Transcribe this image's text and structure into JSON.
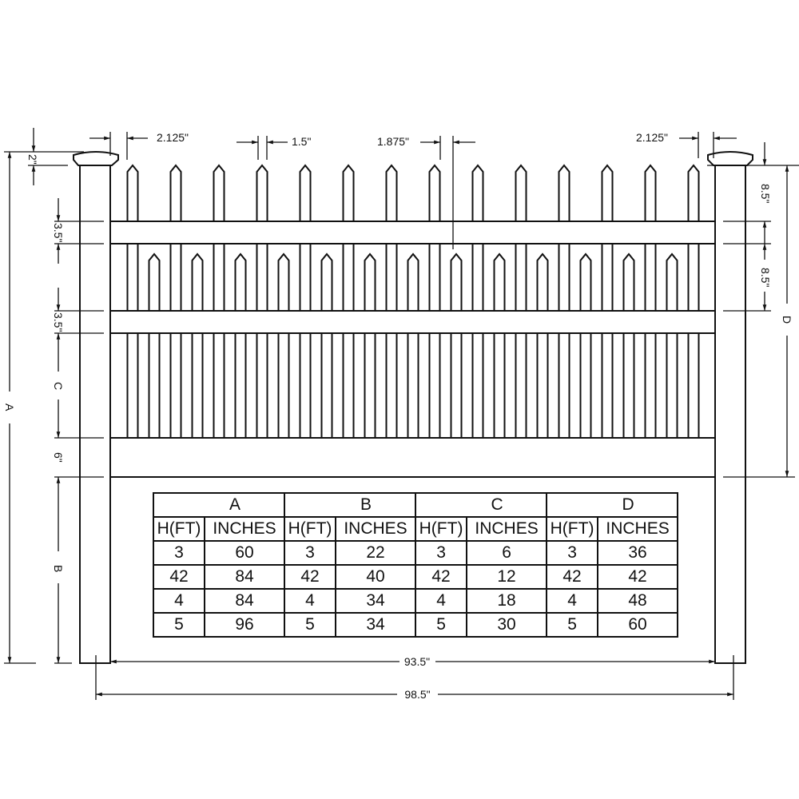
{
  "title": "Fence elevation drawing",
  "dimensions": {
    "post_cap_height": "2\"",
    "post_width_left": "2.125\"",
    "post_width_right": "2.125\"",
    "picket_width": "1.5\"",
    "picket_gap": "1.875\"",
    "top_rail": "3.5\"",
    "mid_rail": "3.5\"",
    "bottom_rail": "6\"",
    "top_picket_spacing": "8.5\"",
    "short_picket_spacing": "8.5\"",
    "inner_width": "93.5\"",
    "overall_width": "98.5\"",
    "label_a": "A",
    "label_b": "B",
    "label_c": "C",
    "label_d": "D"
  },
  "table": {
    "groups": [
      "A",
      "B",
      "C",
      "D"
    ],
    "sub_headers": [
      "H(FT)",
      "INCHES"
    ],
    "rows": [
      [
        [
          "3",
          "60"
        ],
        [
          "3",
          "22"
        ],
        [
          "3",
          "6"
        ],
        [
          "3",
          "36"
        ]
      ],
      [
        [
          "42",
          "84"
        ],
        [
          "42",
          "40"
        ],
        [
          "42",
          "12"
        ],
        [
          "42",
          "42"
        ]
      ],
      [
        [
          "4",
          "84"
        ],
        [
          "4",
          "34"
        ],
        [
          "4",
          "18"
        ],
        [
          "4",
          "48"
        ]
      ],
      [
        [
          "5",
          "96"
        ],
        [
          "5",
          "34"
        ],
        [
          "5",
          "30"
        ],
        [
          "5",
          "60"
        ]
      ]
    ]
  }
}
